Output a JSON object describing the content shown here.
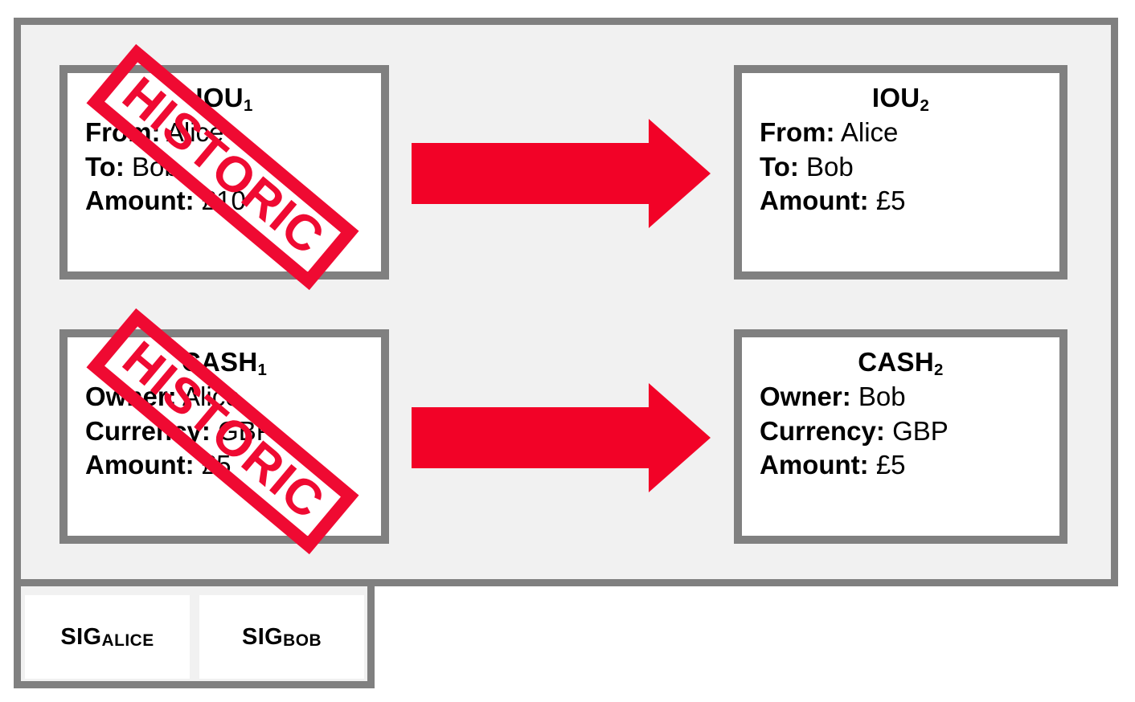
{
  "colors": {
    "frame_gray": "#808080",
    "panel_fill": "#f1f1f1",
    "accent_red": "#ef0a32",
    "arrow_red": "#f20227",
    "box_fill": "#ffffff",
    "text": "#000000"
  },
  "states": {
    "iou_before": {
      "title_text": "IOU",
      "title_sub": "1",
      "lines": [
        {
          "key": "From:",
          "value": "Alice"
        },
        {
          "key": "To:",
          "value": "Bob"
        },
        {
          "key": "Amount:",
          "value": "£10"
        }
      ],
      "stamp": "HISTORIC"
    },
    "iou_after": {
      "title_text": "IOU",
      "title_sub": "2",
      "lines": [
        {
          "key": "From:",
          "value": "Alice"
        },
        {
          "key": "To:",
          "value": "Bob"
        },
        {
          "key": "Amount:",
          "value": "£5"
        }
      ]
    },
    "cash_before": {
      "title_text": "CASH",
      "title_sub": "1",
      "lines": [
        {
          "key": "Owner:",
          "value": "Alice"
        },
        {
          "key": "Currency:",
          "value": "GBP"
        },
        {
          "key": "Amount:",
          "value": "£5"
        }
      ],
      "stamp": "HISTORIC"
    },
    "cash_after": {
      "title_text": "CASH",
      "title_sub": "2",
      "lines": [
        {
          "key": "Owner:",
          "value": "Bob"
        },
        {
          "key": "Currency:",
          "value": "GBP"
        },
        {
          "key": "Amount:",
          "value": "£5"
        }
      ]
    }
  },
  "arrows": [
    {
      "name": "iou-transition-arrow",
      "icon": "right-arrow-icon"
    },
    {
      "name": "cash-transition-arrow",
      "icon": "right-arrow-icon"
    }
  ],
  "signatures": [
    {
      "text": "SIG",
      "sub": "ALICE"
    },
    {
      "text": "SIG",
      "sub": "BOB"
    }
  ]
}
